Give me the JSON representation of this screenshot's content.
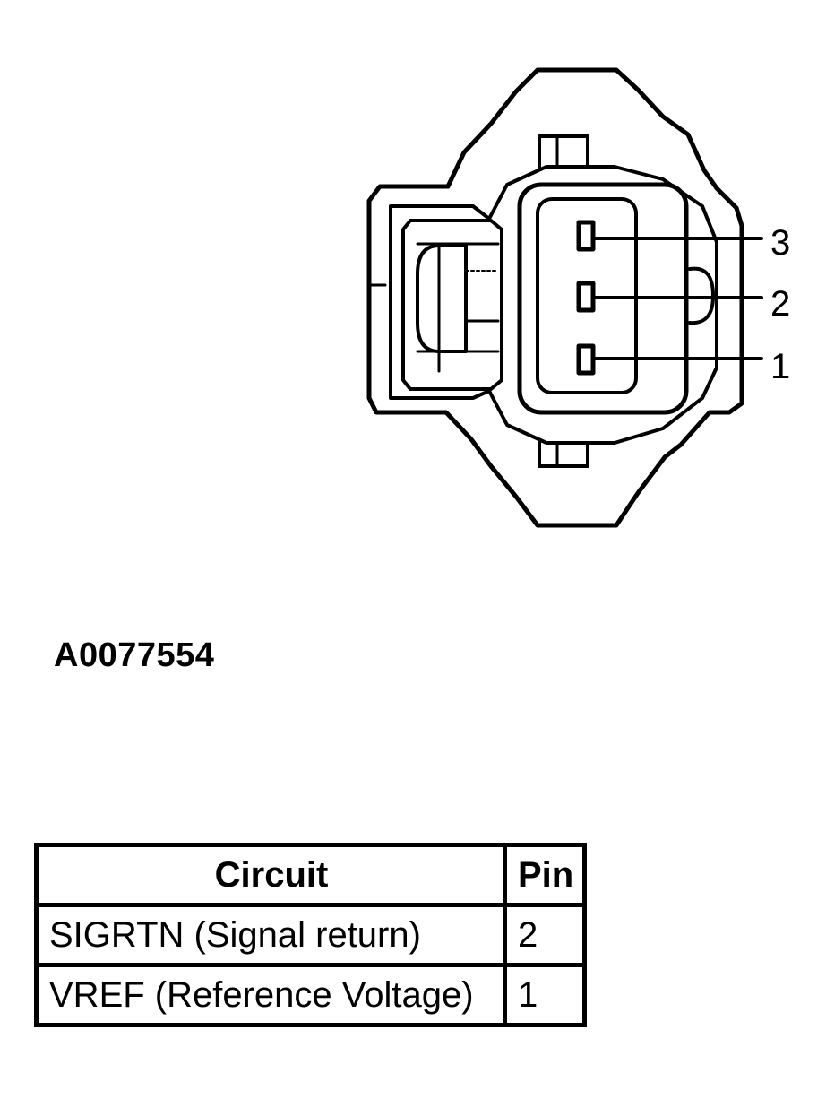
{
  "diagram": {
    "pin_labels": [
      "3",
      "2",
      "1"
    ]
  },
  "figure_id": "A0077554",
  "table": {
    "headers": {
      "circuit": "Circuit",
      "pin": "Pin"
    },
    "rows": [
      {
        "circuit": "SIGRTN (Signal return)",
        "pin": "2"
      },
      {
        "circuit": "VREF (Reference Voltage)",
        "pin": "1"
      }
    ]
  }
}
